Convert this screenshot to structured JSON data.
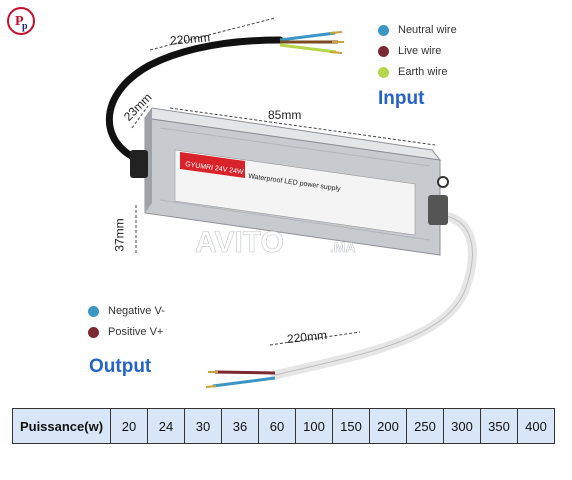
{
  "input": {
    "title": "Input",
    "legend": [
      {
        "label": "Neutral wire",
        "color": "#3a96c4",
        "icon": "neutral-dot"
      },
      {
        "label": "Live wire",
        "color": "#7a2a30",
        "icon": "live-dot"
      },
      {
        "label": "Earth wire",
        "color": "#b5d64a",
        "icon": "earth-dot"
      }
    ]
  },
  "output": {
    "title": "Output",
    "legend": [
      {
        "label": "Negative V-",
        "color": "#3a96c4",
        "icon": "negative-dot"
      },
      {
        "label": "Positive V+",
        "color": "#7a2a30",
        "icon": "positive-dot"
      }
    ]
  },
  "dimensions": {
    "input_cable": "220mm",
    "output_cable": "220mm",
    "length": "85mm",
    "width": "23mm",
    "height": "37mm"
  },
  "product": {
    "brand": "GYUMRI 24V 24W",
    "subtitle": "Waterproof LED power supply",
    "watermark": "AVITO.MA"
  },
  "power_table": {
    "header": "Puissance(w)",
    "values": [
      "20",
      "24",
      "30",
      "36",
      "60",
      "100",
      "150",
      "200",
      "250",
      "300",
      "350",
      "400"
    ]
  }
}
